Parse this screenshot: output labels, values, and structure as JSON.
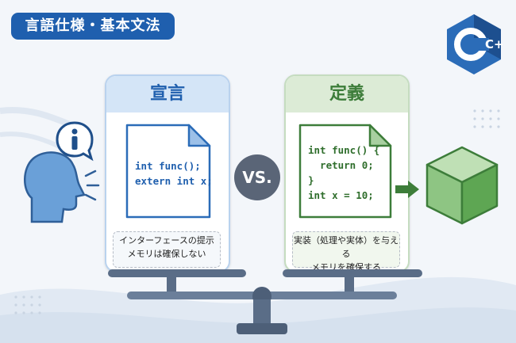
{
  "category_tag": "言語仕様・基本文法",
  "logo_text": "C++",
  "vs_label": "VS.",
  "declaration": {
    "title": "宣言",
    "code": [
      "int func();",
      "extern int x;"
    ],
    "note": [
      "インターフェースの提示",
      "メモリは確保しない"
    ]
  },
  "definition": {
    "title": "定義",
    "code": [
      "int func() {",
      "  return 0;",
      "}",
      "int x = 10;"
    ],
    "note": [
      "実装（処理や実体）を与える",
      "メモリを確保する"
    ]
  },
  "icons": [
    "info-icon",
    "head-icon",
    "document-icon",
    "arrow-right-icon",
    "cube-icon",
    "balance-scale-icon",
    "cpp-logo-icon"
  ],
  "colors": {
    "accent_blue": "#1f5fae",
    "accent_green": "#3d7d3a",
    "vs_gray": "#5a6577",
    "background": "#f3f6fa"
  }
}
